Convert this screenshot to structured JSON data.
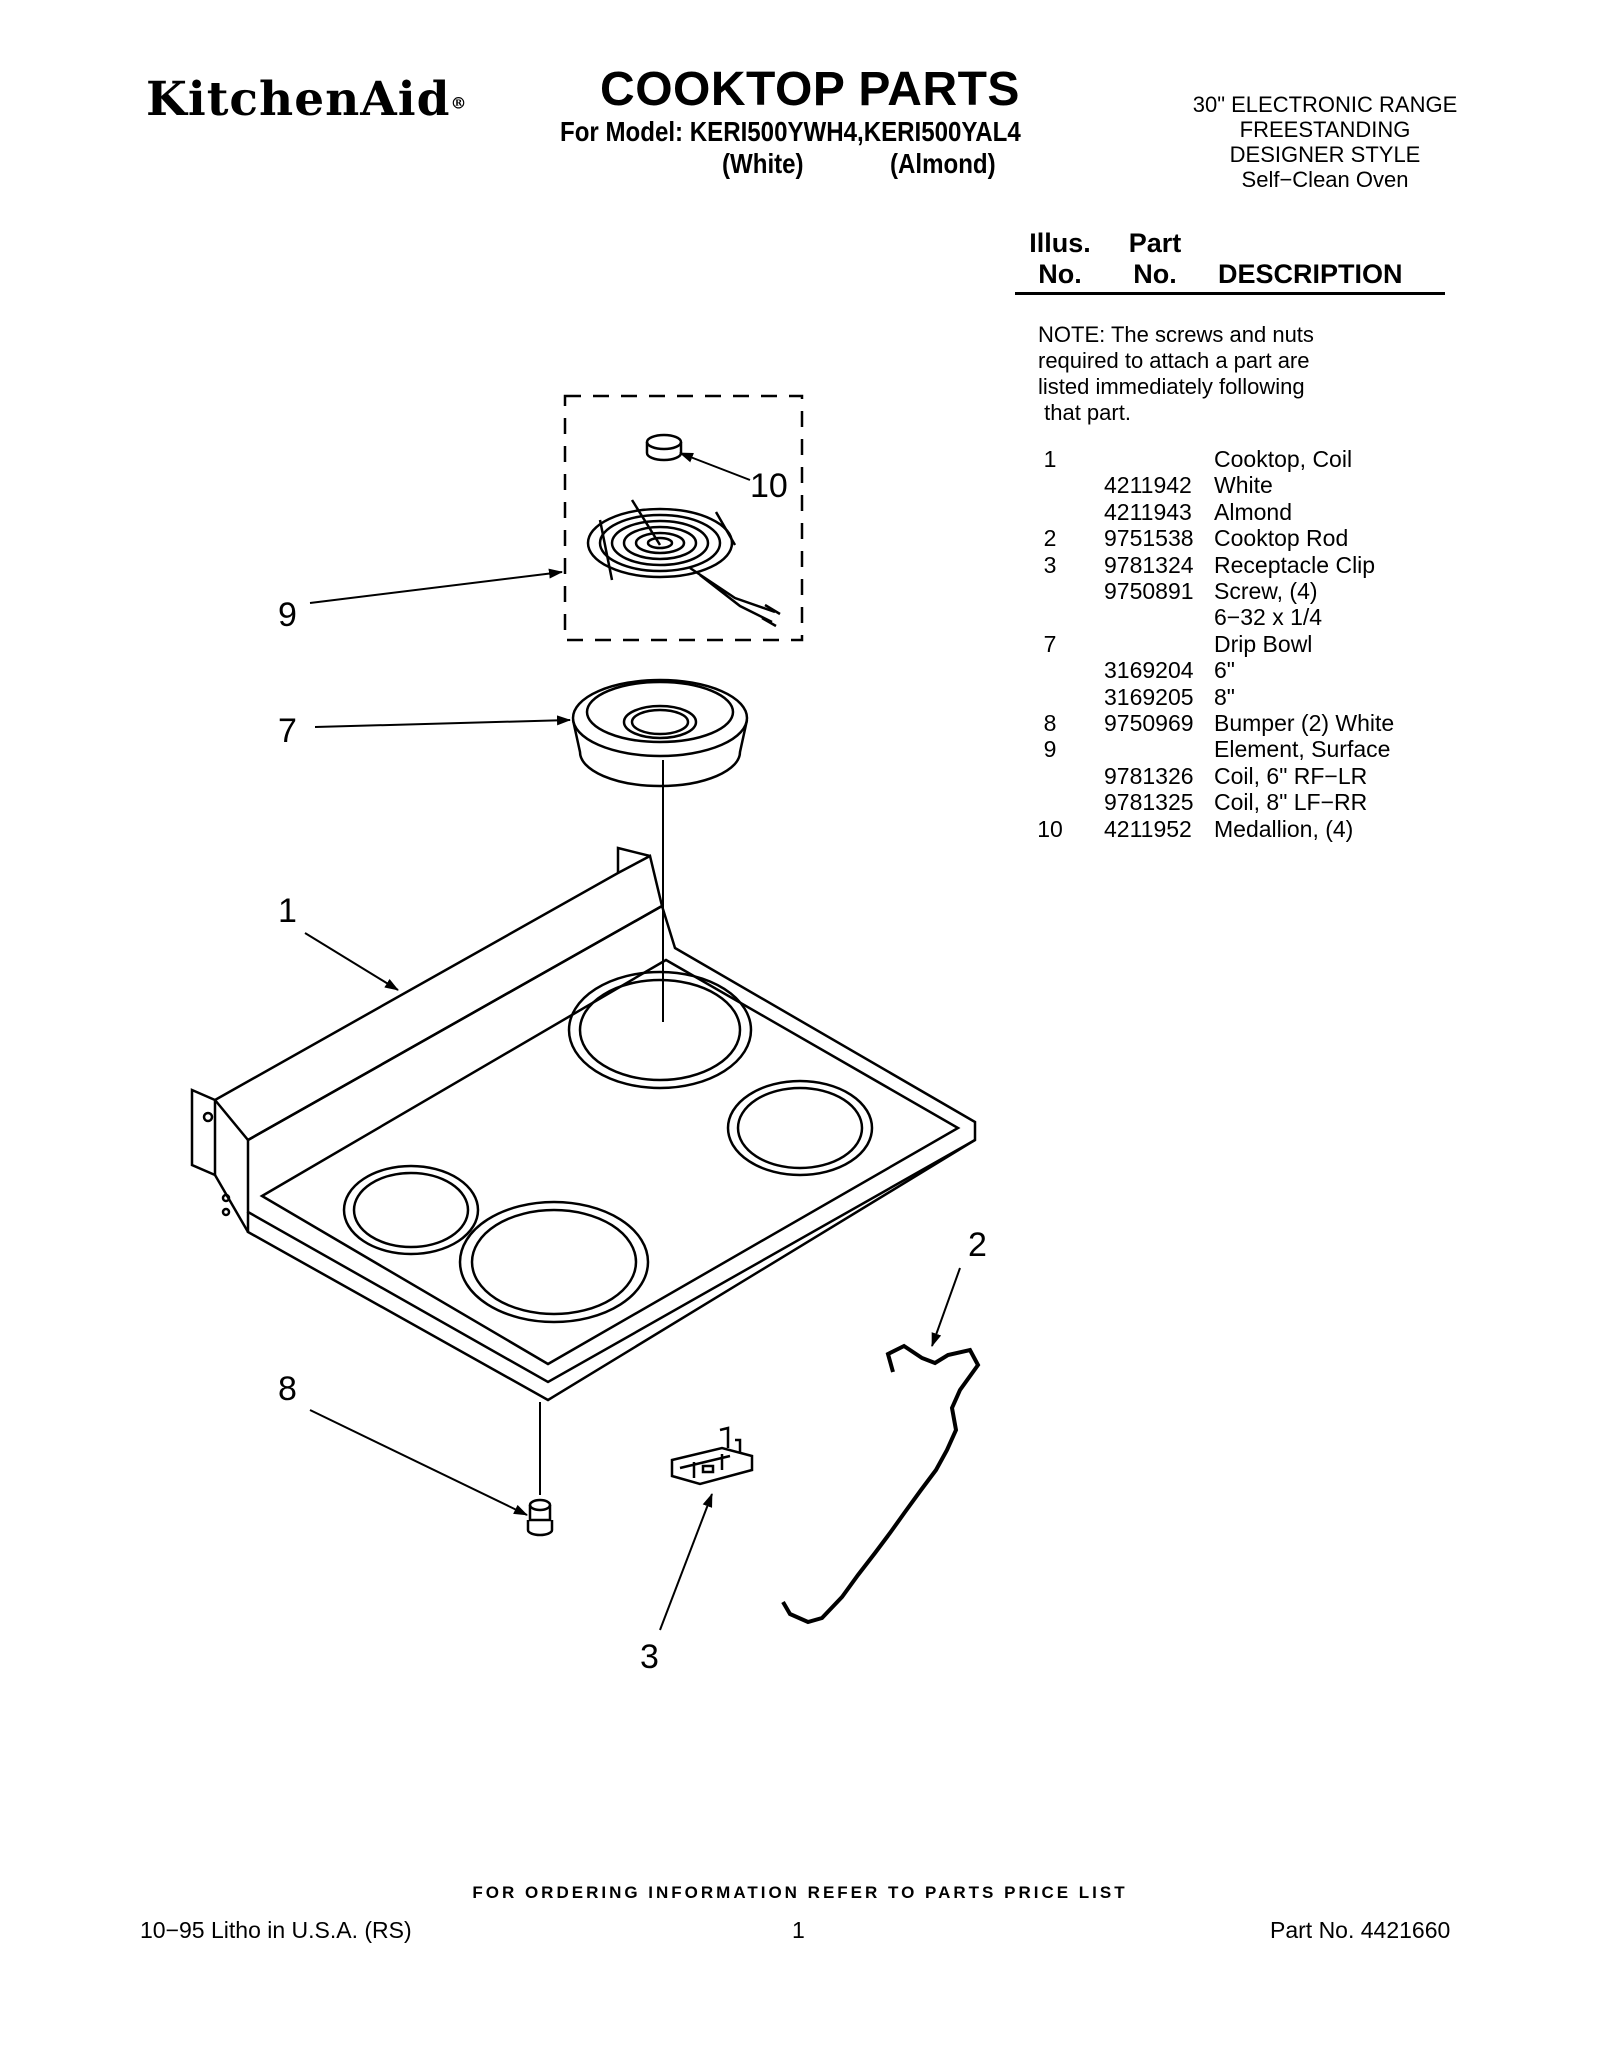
{
  "header": {
    "brand": "KitchenAid",
    "brand_mark": "®",
    "title": "COOKTOP PARTS",
    "model_line": "For Model: KERI500YWH4,KERI500YAL4",
    "model_color_1": "(White)",
    "model_color_2": "(Almond)",
    "spec_lines": [
      "30\" ELECTRONIC RANGE",
      "FREESTANDING",
      "DESIGNER STYLE",
      "Self−Clean Oven"
    ]
  },
  "table": {
    "header_illus": [
      "Illus.",
      "No."
    ],
    "header_part": [
      "Part",
      "No."
    ],
    "header_desc": "DESCRIPTION",
    "note": [
      "NOTE: The screws and nuts",
      "required to attach a part are",
      "listed immediately following",
      " that part."
    ],
    "rows": [
      {
        "illus": "1",
        "part": "",
        "desc": "Cooktop, Coil"
      },
      {
        "illus": "",
        "part": "4211942",
        "desc": "White"
      },
      {
        "illus": "",
        "part": "4211943",
        "desc": "Almond"
      },
      {
        "illus": "2",
        "part": "9751538",
        "desc": "Cooktop Rod"
      },
      {
        "illus": "3",
        "part": "9781324",
        "desc": "Receptacle Clip"
      },
      {
        "illus": "",
        "part": "9750891",
        "desc": "Screw, (4)"
      },
      {
        "illus": "",
        "part": "",
        "desc": "6−32 x 1/4"
      },
      {
        "illus": "7",
        "part": "",
        "desc": "Drip Bowl"
      },
      {
        "illus": "",
        "part": "3169204",
        "desc": "6\""
      },
      {
        "illus": "",
        "part": "3169205",
        "desc": "8\""
      },
      {
        "illus": "8",
        "part": "9750969",
        "desc": "Bumper (2) White"
      },
      {
        "illus": "9",
        "part": "",
        "desc": "Element, Surface"
      },
      {
        "illus": "",
        "part": "9781326",
        "desc": "Coil, 6\" RF−LR"
      },
      {
        "illus": "",
        "part": "9781325",
        "desc": "Coil, 8\" LF−RR"
      },
      {
        "illus": "10",
        "part": "4211952",
        "desc": "Medallion, (4)"
      }
    ]
  },
  "diagram": {
    "callouts": [
      "10",
      "9",
      "7",
      "1",
      "2",
      "8",
      "3"
    ]
  },
  "footer": {
    "ordering": "FOR ORDERING INFORMATION REFER TO PARTS PRICE LIST",
    "litho": "10−95 Litho in U.S.A. (RS)",
    "page": "1",
    "part_no": "Part No. 4421660"
  }
}
